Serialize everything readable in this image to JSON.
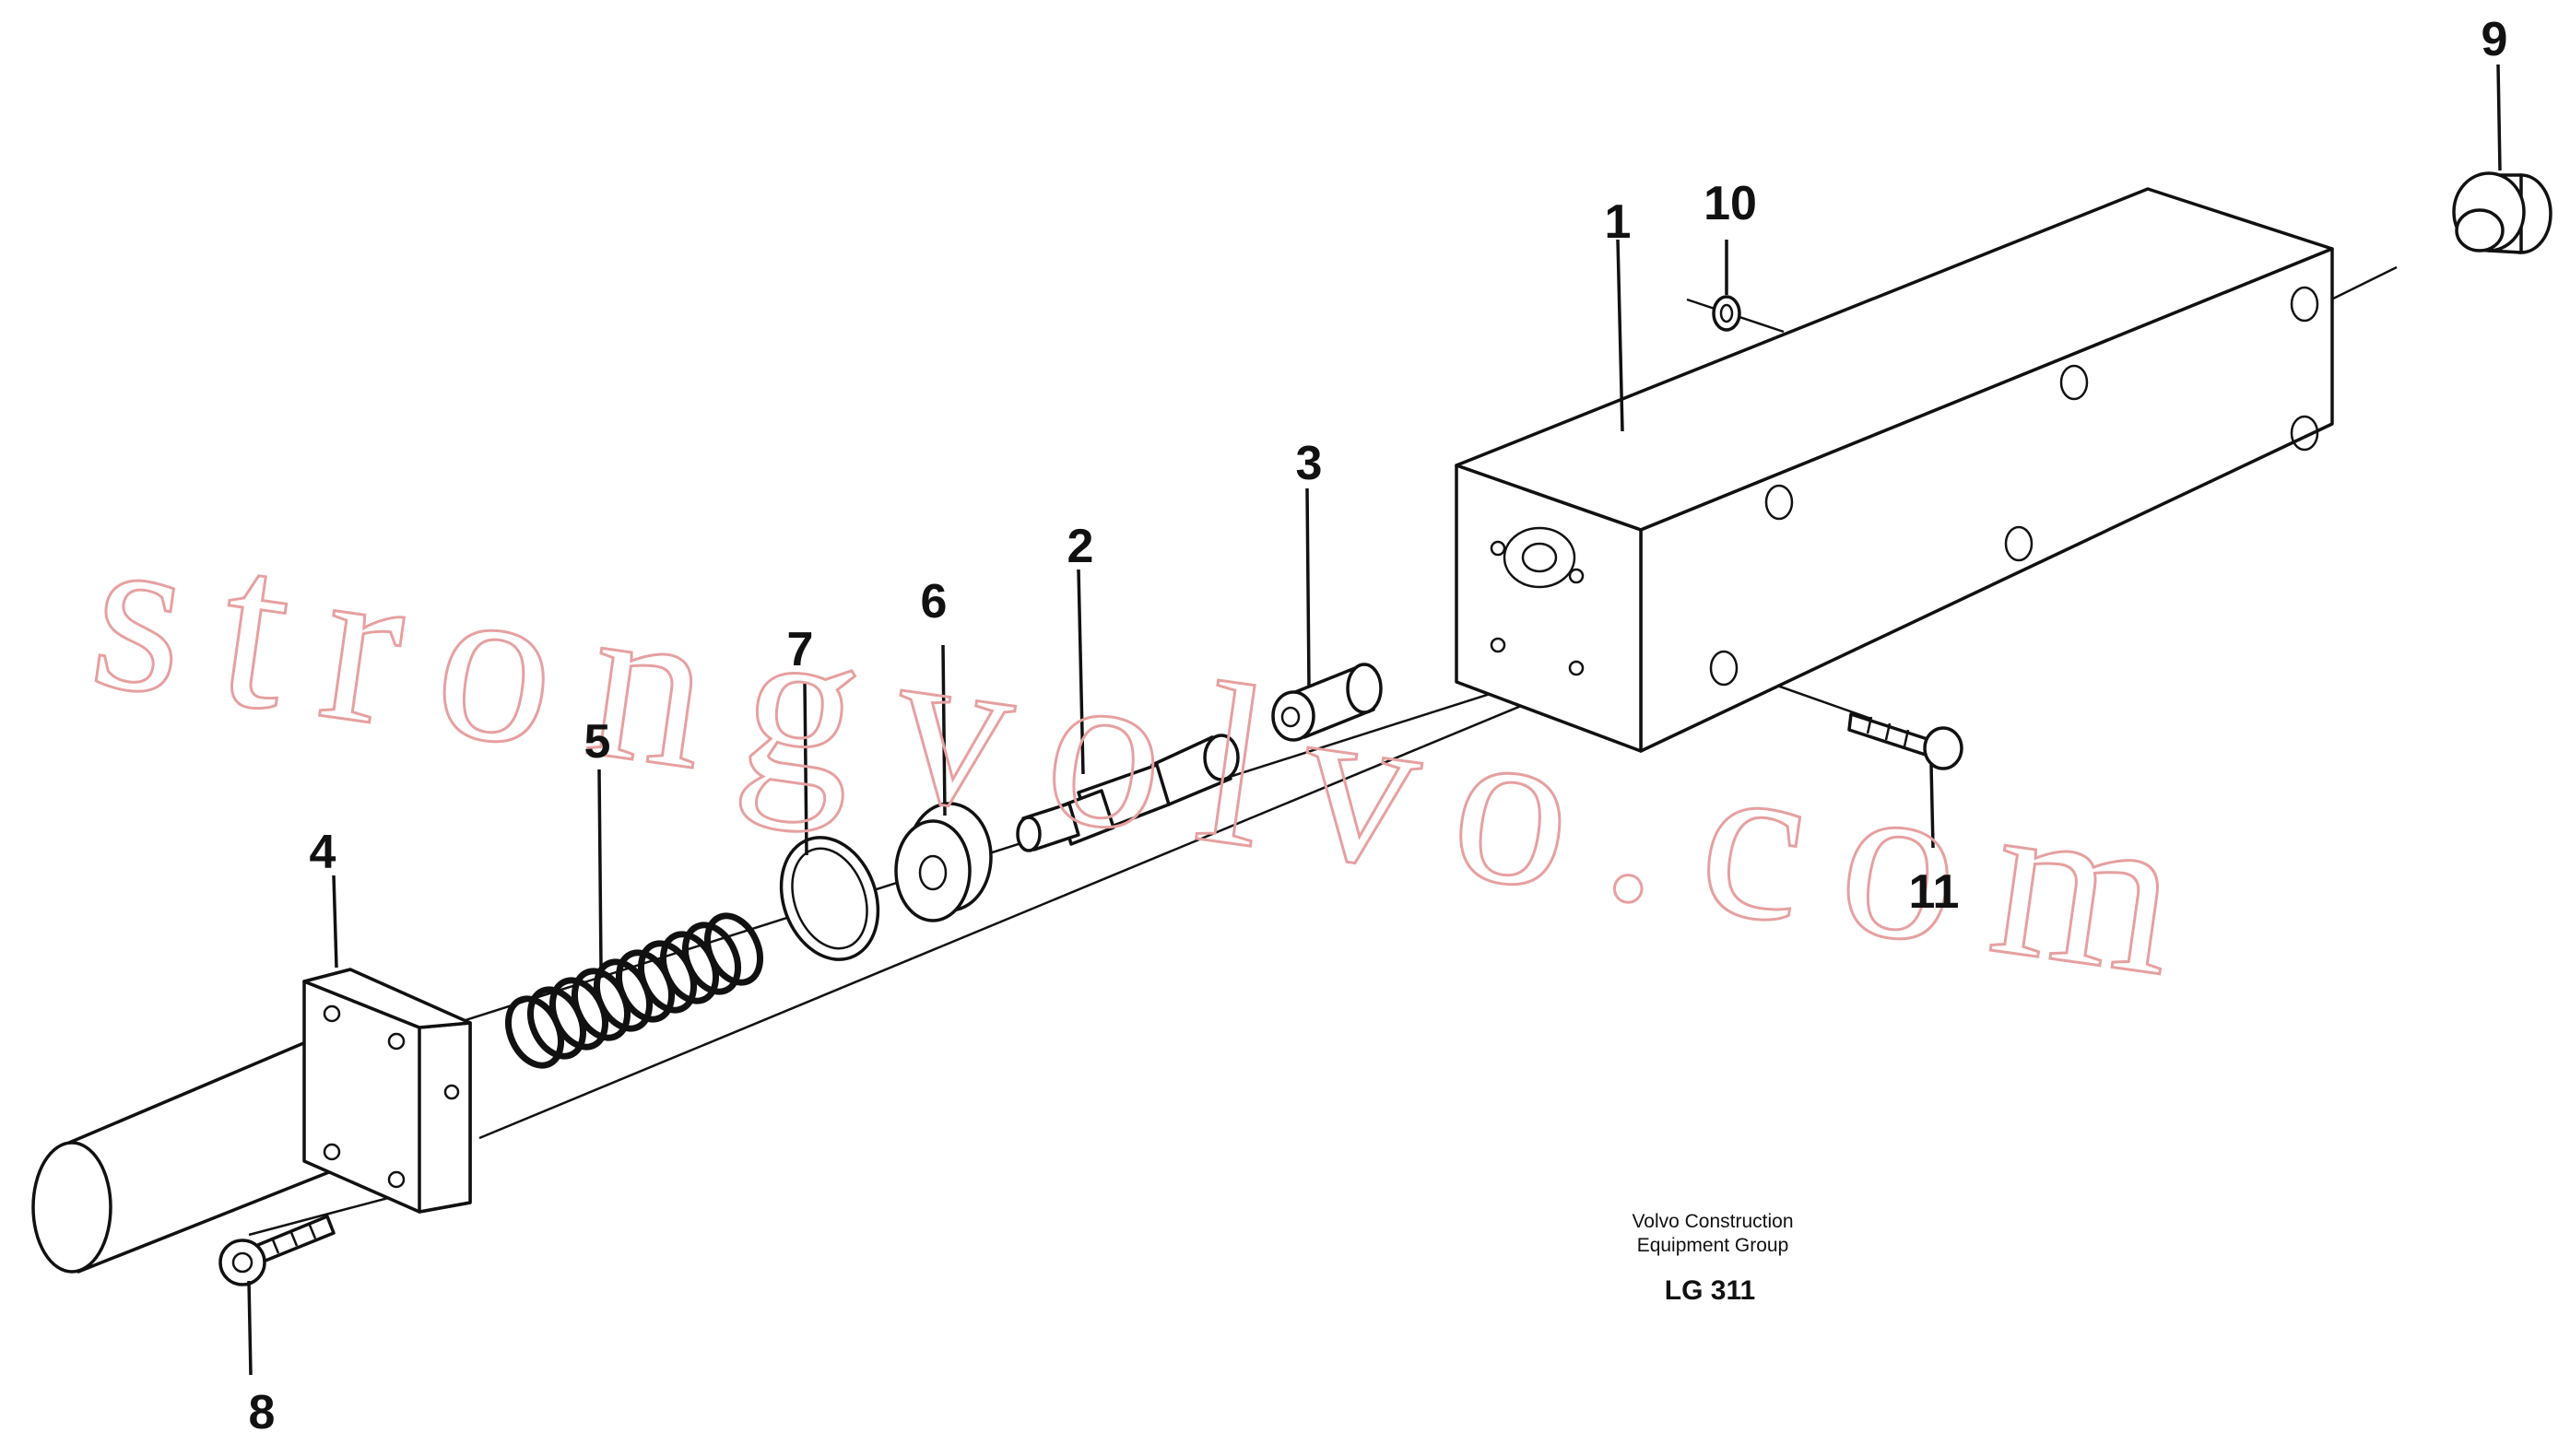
{
  "callouts": [
    {
      "id": "1",
      "label": "1"
    },
    {
      "id": "2",
      "label": "2"
    },
    {
      "id": "3",
      "label": "3"
    },
    {
      "id": "4",
      "label": "4"
    },
    {
      "id": "5",
      "label": "5"
    },
    {
      "id": "6",
      "label": "6"
    },
    {
      "id": "7",
      "label": "7"
    },
    {
      "id": "8",
      "label": "8"
    },
    {
      "id": "9",
      "label": "9"
    },
    {
      "id": "10",
      "label": "10"
    },
    {
      "id": "11",
      "label": "11"
    }
  ],
  "caption": {
    "line1": "Volvo Construction",
    "line2": "Equipment Group",
    "code": "LG 311"
  },
  "watermark": "strongvolvo.com",
  "colors": {
    "line": "#111111",
    "watermark": "#e6a0a0",
    "background": "#ffffff"
  }
}
